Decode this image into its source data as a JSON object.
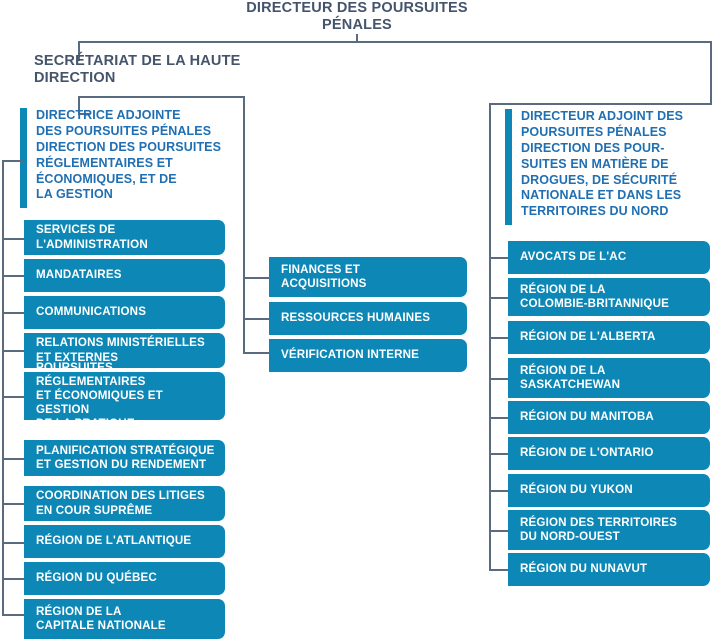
{
  "chart": {
    "title": "DIRECTEUR DES\nPOURSUITES PÉNALES",
    "secretariat": "SECRÉTARIAT\nDE LA HAUTE DIRECTION",
    "colors": {
      "box_fill": "#0d87b5",
      "header_text": "#1f6fb2",
      "title_text": "#44546a",
      "connector": "#5b6b7f",
      "box_text": "#ffffff"
    }
  },
  "branches": {
    "left": {
      "header": "DIRECTRICE ADJOINTE\nDES POURSUITES PÉNALES\nDIRECTION DES POURSUITES\nRÉGLEMENTAIRES ET\nÉCONOMIQUES, ET DE\nLA GESTION",
      "items": [
        "SERVICES DE\nL'ADMINISTRATION",
        "MANDATAIRES",
        "COMMUNICATIONS",
        "RELATIONS MINISTÉRIELLES\nET EXTERNES",
        "POURSUITES RÉGLEMENTAIRES\nET ÉCONOMIQUES ET GESTION\nDE LA PRATIQUE",
        "PLANIFICATION STRATÉGIQUE\nET GESTION DU RENDEMENT",
        "COORDINATION DES LITIGES\nEN COUR SUPRÊME",
        "RÉGION DE L'ATLANTIQUE",
        "RÉGION DU QUÉBEC",
        "RÉGION DE LA\nCAPITALE NATIONALE"
      ]
    },
    "middle": {
      "items": [
        "FINANCES ET\nACQUISITIONS",
        "RESSOURCES HUMAINES",
        "VÉRIFICATION INTERNE"
      ]
    },
    "right": {
      "header": "DIRECTEUR ADJOINT DES\nPOURSUITES PÉNALES\nDIRECTION DES POUR-\nSUITES EN MATIÈRE DE\nDROGUES, DE SÉCURITÉ\nNATIONALE ET DANS LES\nTERRITOIRES DU NORD",
      "items": [
        "AVOCATS DE L'AC",
        "RÉGION DE LA\nCOLOMBIE-BRITANNIQUE",
        "RÉGION DE L'ALBERTA",
        "RÉGION DE LA\nSASKATCHEWAN",
        "RÉGION DU MANITOBA",
        "RÉGION DE L'ONTARIO",
        "RÉGION DU YUKON",
        "RÉGION DES TERRITOIRES\nDU NORD-OUEST",
        "RÉGION DU NUNAVUT"
      ]
    }
  }
}
